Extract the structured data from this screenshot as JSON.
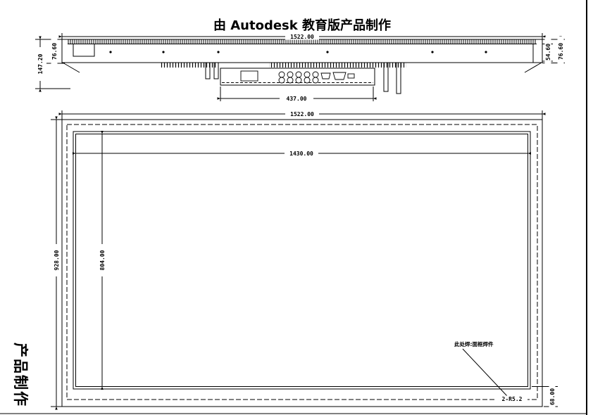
{
  "colors": {
    "line": "#000000",
    "background": "#ffffff"
  },
  "title": "由 Autodesk 教育版产品制作",
  "left_watermark": "产品制作",
  "top_view": {
    "label": "top-profile-view",
    "dimensions": {
      "overall_width": "1522.00",
      "connector_panel_width": "437.00",
      "left_total_depth": "147.20",
      "left_body_depth": "76.60",
      "right_inner_depth": "54.60",
      "right_body_depth": "76.60"
    }
  },
  "front_view": {
    "label": "front-view",
    "dimensions": {
      "overall_width": "1522.00",
      "viewing_area_width": "1430.00",
      "overall_height": "928.00",
      "viewing_area_height": "804.00",
      "bottom_border_height": "68.00",
      "corner_note": "2-R5.2"
    },
    "leader_annotation": "此处焊:面框焊件"
  }
}
